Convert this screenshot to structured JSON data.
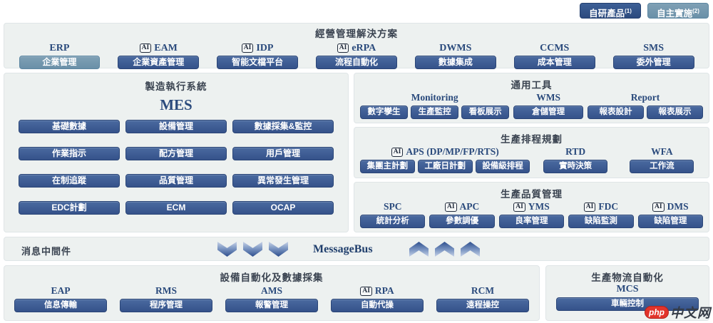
{
  "ai_badge": "AI",
  "legend": {
    "self_developed": {
      "label": "自研產品",
      "sup": "(1)"
    },
    "self_implemented": {
      "label": "自主實施",
      "sup": "(2)"
    }
  },
  "colors": {
    "chip_dark": "#35528a",
    "chip_light": "#6a90a8",
    "panel_bg": "#edf1f0",
    "heading_navy": "#2a4a7c"
  },
  "top_section": {
    "title": "經營管理解決方案",
    "columns": [
      {
        "acronym": "ERP",
        "ai": false,
        "button": "企業管理"
      },
      {
        "acronym": "EAM",
        "ai": true,
        "button": "企業資產管理"
      },
      {
        "acronym": "IDP",
        "ai": true,
        "button": "智能文檔平台"
      },
      {
        "acronym": "eRPA",
        "ai": true,
        "button": "流程自動化"
      },
      {
        "acronym": "DWMS",
        "ai": false,
        "button": "數據集成"
      },
      {
        "acronym": "CCMS",
        "ai": false,
        "button": "成本管理"
      },
      {
        "acronym": "SMS",
        "ai": false,
        "button": "委外管理"
      }
    ]
  },
  "mes_section": {
    "title": "製造執行系統",
    "acronym": "MES",
    "buttons": [
      "基礎數據",
      "設備管理",
      "數據採集&監控",
      "作業指示",
      "配方管理",
      "用戶管理",
      "在制追蹤",
      "品質管理",
      "異常發生管理",
      "EDC計劃",
      "ECM",
      "OCAP"
    ]
  },
  "tools_section": {
    "title": "通用工具",
    "groups": [
      {
        "heading": "Monitoring",
        "buttons": [
          "數字孿生",
          "生產監控",
          "看板展示"
        ]
      },
      {
        "heading": "WMS",
        "buttons": [
          "倉儲管理"
        ]
      },
      {
        "heading": "Report",
        "buttons": [
          "報表設計",
          "報表展示"
        ]
      }
    ]
  },
  "scheduling_section": {
    "title": "生產排程規劃",
    "groups": [
      {
        "heading": "APS (DP/MP/FP/RTS)",
        "ai": true,
        "buttons": [
          "集團主計劃",
          "工廠日計劃",
          "設備級排程"
        ]
      },
      {
        "heading": "RTD",
        "buttons": [
          "實時決策"
        ]
      },
      {
        "heading": "WFA",
        "buttons": [
          "工作流"
        ]
      }
    ]
  },
  "quality_section": {
    "title": "生產品質管理",
    "groups": [
      {
        "heading": "SPC",
        "ai": false,
        "buttons": [
          "統計分析"
        ]
      },
      {
        "heading": "APC",
        "ai": true,
        "buttons": [
          "參數調優"
        ]
      },
      {
        "heading": "YMS",
        "ai": true,
        "buttons": [
          "良率管理"
        ]
      },
      {
        "heading": "FDC",
        "ai": true,
        "buttons": [
          "缺陷監測"
        ]
      },
      {
        "heading": "DMS",
        "ai": true,
        "buttons": [
          "缺陷管理"
        ]
      }
    ]
  },
  "message_bar": {
    "label": "消息中間件",
    "bus": "MessageBus"
  },
  "automation_section": {
    "title": "設備自動化及數據採集",
    "groups": [
      {
        "heading": "EAP",
        "ai": false,
        "buttons": [
          "信息傳輸"
        ]
      },
      {
        "heading": "RMS",
        "ai": false,
        "buttons": [
          "程序管理"
        ]
      },
      {
        "heading": "AMS",
        "ai": false,
        "buttons": [
          "報警管理"
        ]
      },
      {
        "heading": "RPA",
        "ai": true,
        "buttons": [
          "自動代操"
        ]
      },
      {
        "heading": "RCM",
        "ai": false,
        "buttons": [
          "遠程操控"
        ]
      }
    ]
  },
  "logistics_section": {
    "title": "生產物流自動化",
    "heading": "MCS",
    "buttons": [
      "車輛控制"
    ]
  },
  "watermark": {
    "php": "php",
    "text": "中文网"
  }
}
